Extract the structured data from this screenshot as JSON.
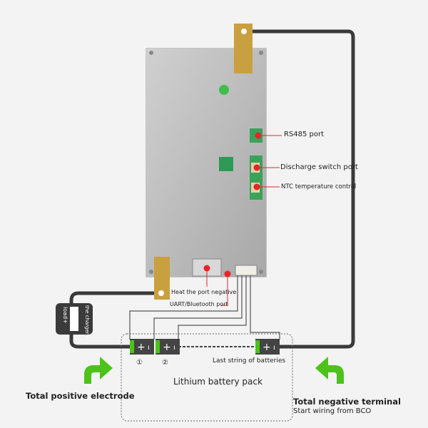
{
  "labels": {
    "rs485": "RS485 port",
    "discharge": "Discharge switch port",
    "ntc": "NTC temperature control",
    "heat": "Heat the port negative",
    "uart": "UART/Bluetooth port",
    "last_string": "Last string of batteries",
    "pack": "Lithium battery pack",
    "positive": "Total positive electrode",
    "negative": "Total negative terminal",
    "start": "Start wiring from BCO",
    "cell1": "①",
    "cell2": "②",
    "load": "load+",
    "charger": "the charger+"
  },
  "colors": {
    "accent_green": "#4cc21a",
    "marker_red": "#e8232a",
    "wire": "#3a3a3a"
  }
}
